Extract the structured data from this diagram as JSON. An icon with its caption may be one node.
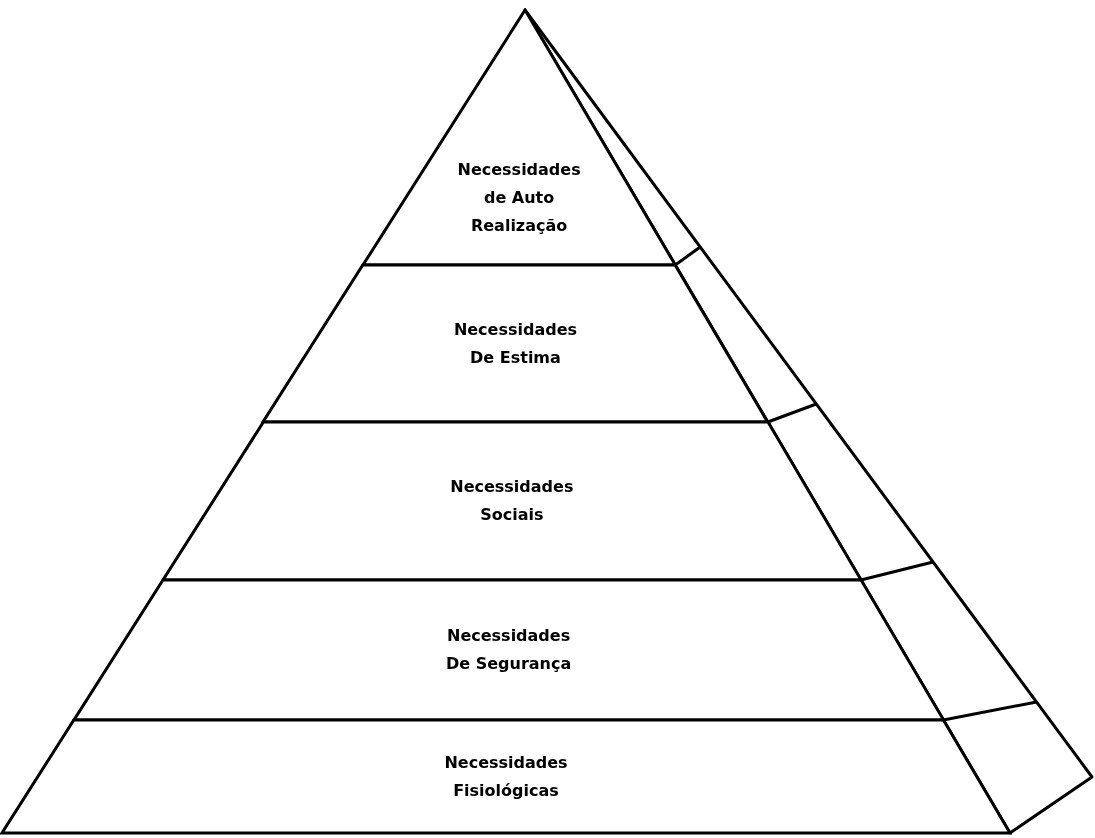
{
  "diagram": {
    "nodes": [
      {
        "text": [
          "Necessidades de Auto Realização"
        ]
      },
      {
        "text": [
          "Necessidades De Estima"
        ]
      },
      {
        "text": [
          "Necessidades Sociais"
        ]
      },
      {
        "text": [
          "Necessidades De Segurança"
        ]
      },
      {
        "text": [
          "Necessidades Fisiológicas"
        ]
      }
    ]
  }
}
